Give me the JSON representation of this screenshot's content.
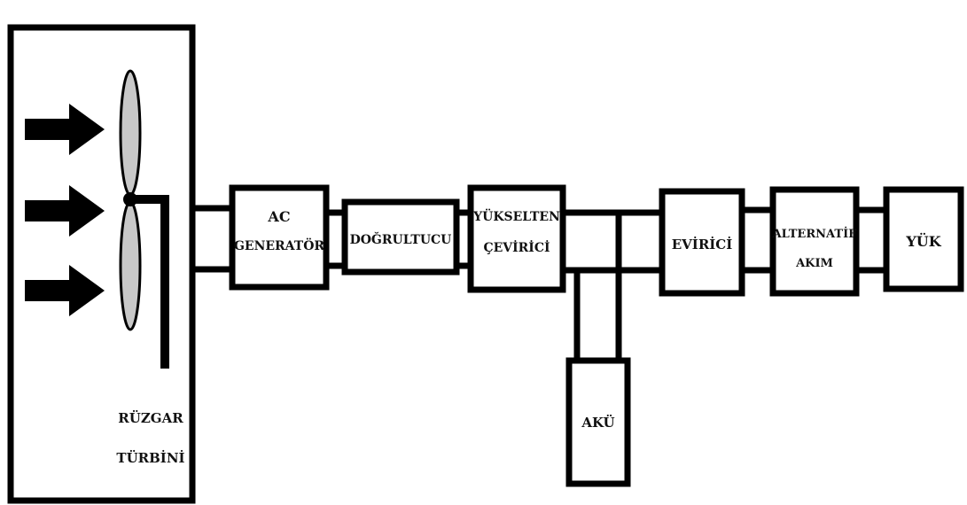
{
  "turbine": {
    "label_line1": "RÜZGAR",
    "label_line2": "TÜRBİNİ",
    "blade_color": "#c8c8c8"
  },
  "blocks": {
    "generator": {
      "line1": "AC",
      "line2": "GENERATÖR"
    },
    "rectifier": {
      "line1": "DOĞRULTUCU"
    },
    "boost": {
      "line1": "YÜKSELTEN",
      "line2": "ÇEVİRİCİ"
    },
    "battery": {
      "line1": "AKÜ"
    },
    "inverter": {
      "line1": "EVİRİCİ"
    },
    "ac_current": {
      "line1": "ALTERNATİF",
      "line2": "AKIM"
    },
    "load": {
      "line1": "YÜK"
    }
  },
  "colors": {
    "stroke": "#000000",
    "background": "#ffffff"
  }
}
